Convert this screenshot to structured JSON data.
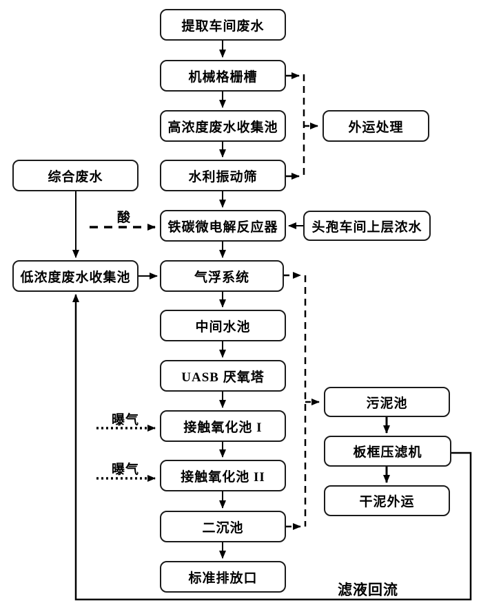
{
  "flowchart": {
    "title_implicit": "废水处理工艺流程图",
    "nodes": {
      "extract_wastewater": "提取车间废水",
      "mechanical_screen": "机械格栅槽",
      "high_conc_tank": "高浓度废水收集池",
      "vibrating_screen": "水利振动筛",
      "iron_carbon_reactor": "铁碳微电解反应器",
      "air_flotation": "气浮系统",
      "intermediate_pool": "中间水池",
      "uasb_tower": "UASB 厌氧塔",
      "contact_oxidation_1": "接触氧化池 I",
      "contact_oxidation_2": "接触氧化池 II",
      "secondary_sedimentation": "二沉池",
      "standard_outlet": "标准排放口",
      "comprehensive_wastewater": "综合废水",
      "low_conc_tank": "低浓度废水收集池",
      "external_treatment": "外运处理",
      "cephalosporin_concentrate": "头孢车间上层浓水",
      "sludge_tank": "污泥池",
      "filter_press": "板框压滤机",
      "dry_mud_transport": "干泥外运"
    },
    "edge_labels": {
      "acid": "酸",
      "aeration_1": "曝气",
      "aeration_2": "曝气",
      "filtrate_reflux": "滤液回流"
    },
    "edges": [
      {
        "from": "extract_wastewater",
        "to": "mechanical_screen",
        "style": "solid"
      },
      {
        "from": "mechanical_screen",
        "to": "high_conc_tank",
        "style": "solid"
      },
      {
        "from": "high_conc_tank",
        "to": "vibrating_screen",
        "style": "solid"
      },
      {
        "from": "vibrating_screen",
        "to": "iron_carbon_reactor",
        "style": "solid"
      },
      {
        "from": "iron_carbon_reactor",
        "to": "air_flotation",
        "style": "solid"
      },
      {
        "from": "air_flotation",
        "to": "intermediate_pool",
        "style": "solid"
      },
      {
        "from": "intermediate_pool",
        "to": "uasb_tower",
        "style": "solid"
      },
      {
        "from": "uasb_tower",
        "to": "contact_oxidation_1",
        "style": "solid"
      },
      {
        "from": "contact_oxidation_1",
        "to": "contact_oxidation_2",
        "style": "solid"
      },
      {
        "from": "contact_oxidation_2",
        "to": "secondary_sedimentation",
        "style": "solid"
      },
      {
        "from": "secondary_sedimentation",
        "to": "standard_outlet",
        "style": "solid"
      },
      {
        "from": "comprehensive_wastewater",
        "to": "low_conc_tank",
        "style": "solid"
      },
      {
        "from": "low_conc_tank",
        "to": "air_flotation",
        "style": "solid"
      },
      {
        "from": "cephalosporin_concentrate",
        "to": "iron_carbon_reactor",
        "style": "solid"
      },
      {
        "from": "mechanical_screen",
        "to": "external_treatment",
        "style": "dashed"
      },
      {
        "from": "vibrating_screen",
        "to": "external_treatment",
        "style": "dashed"
      },
      {
        "from": "air_flotation",
        "to": "sludge_tank",
        "style": "dashed"
      },
      {
        "from": "secondary_sedimentation",
        "to": "sludge_tank",
        "style": "dashed"
      },
      {
        "from": "sludge_tank",
        "to": "filter_press",
        "style": "solid"
      },
      {
        "from": "filter_press",
        "to": "dry_mud_transport",
        "style": "solid"
      },
      {
        "from": "filter_press",
        "to": "low_conc_tank",
        "style": "solid",
        "label": "滤液回流"
      },
      {
        "from": "acid_source",
        "to": "iron_carbon_reactor",
        "style": "dashed",
        "label": "酸"
      },
      {
        "from": "aeration_source",
        "to": "contact_oxidation_1",
        "style": "dotted",
        "label": "曝气"
      },
      {
        "from": "aeration_source",
        "to": "contact_oxidation_2",
        "style": "dotted",
        "label": "曝气"
      }
    ],
    "colors": {
      "line": "#000000",
      "box_border": "#1a1a1a",
      "background": "#ffffff",
      "text": "#000000"
    }
  }
}
